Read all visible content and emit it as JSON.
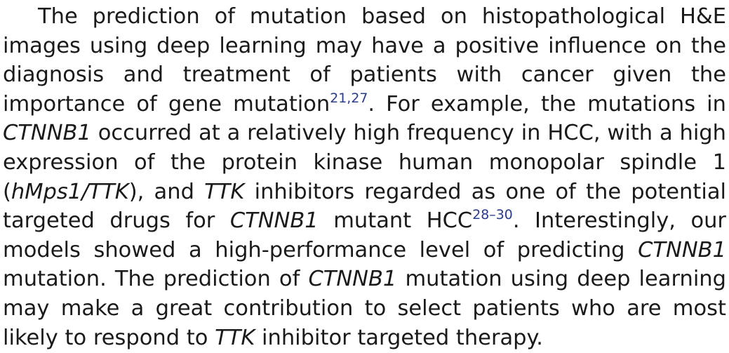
{
  "paragraph": {
    "s1_a": "The prediction of mutation based on histopathological H&E images using deep learning may have a positive influence on the diagnosis and treatment of patients with cancer given the importance of gene mutation",
    "s1_ref": "21,27",
    "s1_b": ". For example, the mutations in ",
    "gene_ctnnb1_1": "CTNNB1",
    "s2_a": " occurred at a relatively high frequency in HCC, with a high expression of the protein kinase human monopolar spindle 1 (",
    "gene_hmps1": "hMps1/TTK",
    "s2_b": "), and ",
    "gene_ttk_1": "TTK",
    "s2_c": " inhibitors regarded as one of the potential targeted drugs for ",
    "gene_ctnnb1_2": "CTNNB1",
    "s2_d": " mutant HCC",
    "s2_ref": "28–30",
    "s3_a": ". Interestingly, our models showed a high-performance level of predicting ",
    "gene_ctnnb1_3": "CTNNB1",
    "s3_b": " mutation. The prediction of ",
    "gene_ctnnb1_4": "CTNNB1",
    "s4_a": " mutation using deep learning may make a great contribution to select patients who are most likely to respond to ",
    "gene_ttk_2": "TTK",
    "s4_b": " inhibitor targeted therapy."
  }
}
